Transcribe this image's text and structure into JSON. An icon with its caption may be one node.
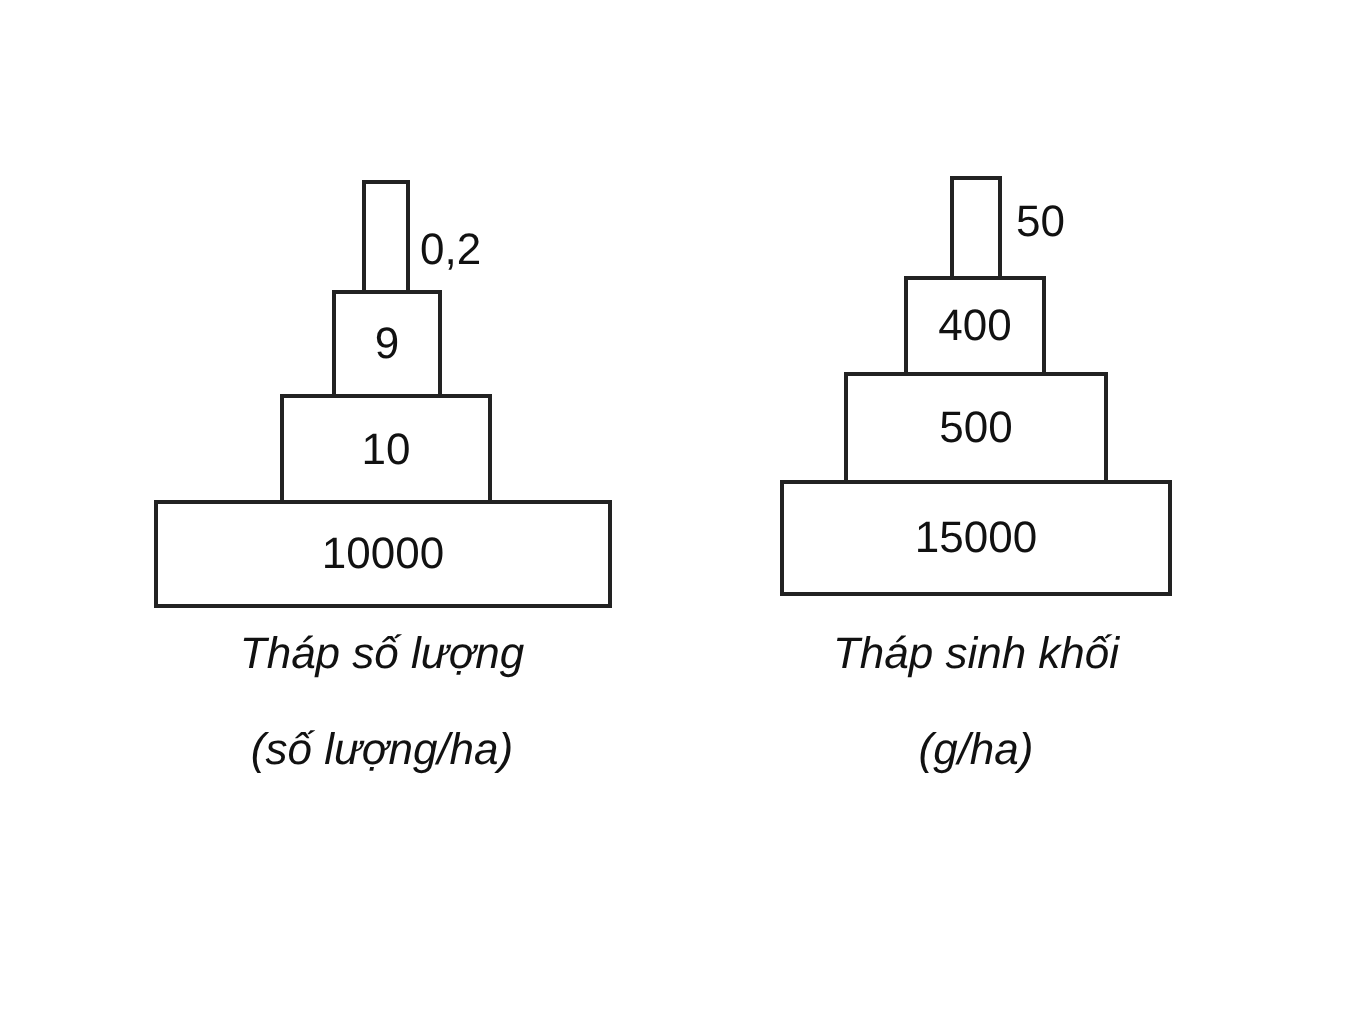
{
  "diagram": {
    "nodes": [
      {
        "text": [],
        "shape": "bar",
        "beside": [
          "0,2"
        ]
      },
      {
        "text": [
          "9"
        ]
      },
      {
        "text": [
          "10"
        ]
      },
      {
        "text": [
          "10000"
        ]
      },
      {
        "text": [],
        "shape": "bar",
        "beside": [
          "50"
        ]
      },
      {
        "text": [
          "400"
        ]
      },
      {
        "text": [
          "500"
        ]
      },
      {
        "text": [
          "15000"
        ]
      }
    ],
    "edges": [],
    "labels": [
      "Tháp số lượng",
      "(số lượng/ha)",
      "Tháp sinh khối",
      "(g/ha)"
    ]
  }
}
